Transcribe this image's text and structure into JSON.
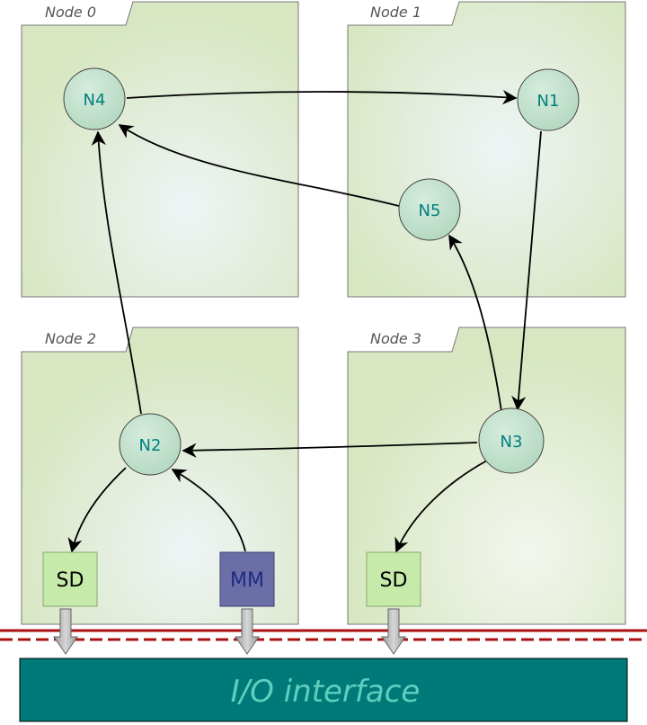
{
  "nodes": [
    {
      "label": "Node 0"
    },
    {
      "label": "Node 1"
    },
    {
      "label": "Node 2"
    },
    {
      "label": "Node 3"
    }
  ],
  "processes": {
    "n4": "N4",
    "n1": "N1",
    "n5": "N5",
    "n2": "N2",
    "n3": "N3"
  },
  "devices": {
    "sd_left": "SD",
    "mm": "MM",
    "sd_right": "SD"
  },
  "io": {
    "label": "I/O interface"
  },
  "colors": {
    "panel_fill": "#dce9c6",
    "panel_stroke": "#777777",
    "circle_fill": "#bfe0cc",
    "circle_text": "#00807f",
    "sd_fill": "#c6eaaa",
    "mm_fill": "#6b6fa8",
    "mm_text": "#1f2a80",
    "io_fill": "#007a78",
    "io_text": "#5ecfbf",
    "io_line": "#aa1111"
  }
}
